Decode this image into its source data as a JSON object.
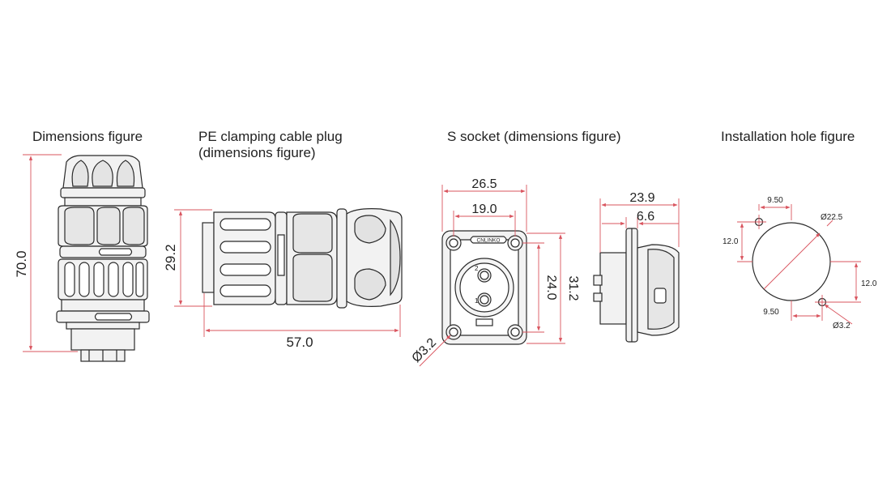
{
  "titles": {
    "dimensions": "Dimensions figure",
    "plug_line1": "PE clamping cable plug",
    "plug_line2": "(dimensions figure)",
    "socket": "S socket (dimensions figure)",
    "hole": "Installation hole figure"
  },
  "dims": {
    "total_height": "70.0",
    "plug_dia": "29.2",
    "plug_len": "57.0",
    "socket_w": "26.5",
    "socket_hole": "19.0",
    "socket_inner": "24.0",
    "socket_h": "31.2",
    "socket_mount": "Ø3.2",
    "side_len": "23.9",
    "side_flange": "6.6",
    "hole_dx_top": "9.50",
    "hole_dy_left": "12.0",
    "hole_main": "Ø22.5",
    "hole_dy_right": "12.0",
    "hole_dx_bottom": "9.50",
    "hole_small": "Ø3.2"
  },
  "brand_mark": "CNLINKO",
  "pins": {
    "top": "2",
    "bottom": "1"
  },
  "colors": {
    "dimension_line": "#d9545e",
    "outline": "#2a2a2a",
    "body_fill": "#f2f2f2"
  }
}
